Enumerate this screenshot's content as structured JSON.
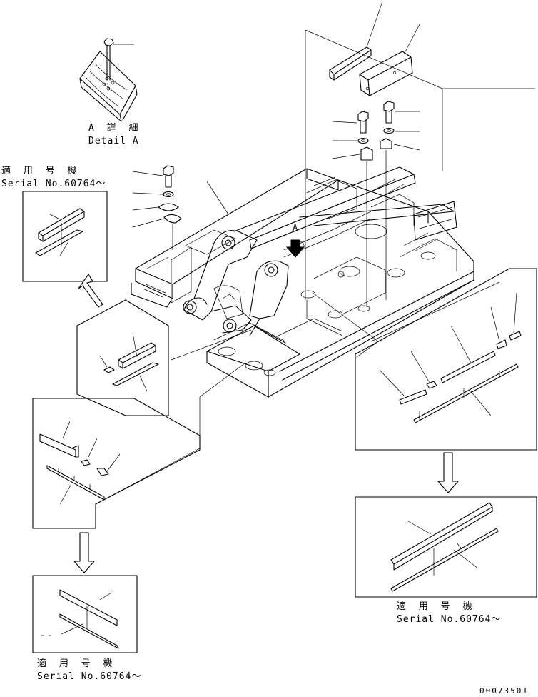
{
  "detail_a": {
    "title_jp": "A 詳 細",
    "title_en": "Detail A"
  },
  "serial_note_1": {
    "jp": "適 用 号 機",
    "en": "Serial No.60764～"
  },
  "serial_note_2": {
    "jp": "適 用 号 機",
    "en": "Serial No.60764～"
  },
  "serial_note_3": {
    "jp": "適 用 号 機",
    "en": "Serial No.60764～"
  },
  "view_arrow_label": "A",
  "drawing_number": "00073501"
}
